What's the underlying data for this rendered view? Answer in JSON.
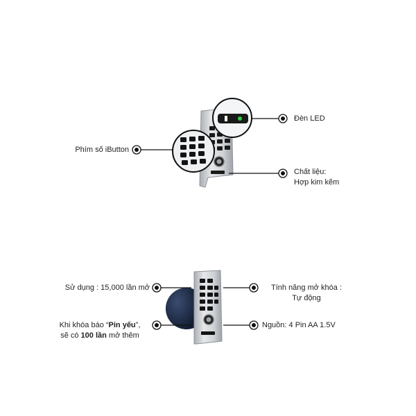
{
  "top_callouts": {
    "led": "Đèn LED",
    "keypad": "Phím số iButton",
    "material_line1": "Chất liệu:",
    "material_line2": "Hợp kim kẽm"
  },
  "bottom_callouts": {
    "usage": "Sử dụng : 15,000 lần mở",
    "feature_line1": "Tính năng mở khóa :",
    "feature_line2": "Tự động",
    "low_battery": {
      "pre": "Khi khóa báo “",
      "bold1": "Pin yếu",
      "mid": "”,",
      "line2_pre": "sẽ có ",
      "bold2": "100 lần",
      "line2_post": " mở thêm"
    },
    "power": "Nguồn: 4 Pin AA 1.5V"
  },
  "colors": {
    "metal": "#c9ccd0",
    "metal_dark": "#8e9399",
    "key": "#141414",
    "led_green": "#2ecc40",
    "knob_blue": "#1f2f4f",
    "line": "#111111"
  }
}
